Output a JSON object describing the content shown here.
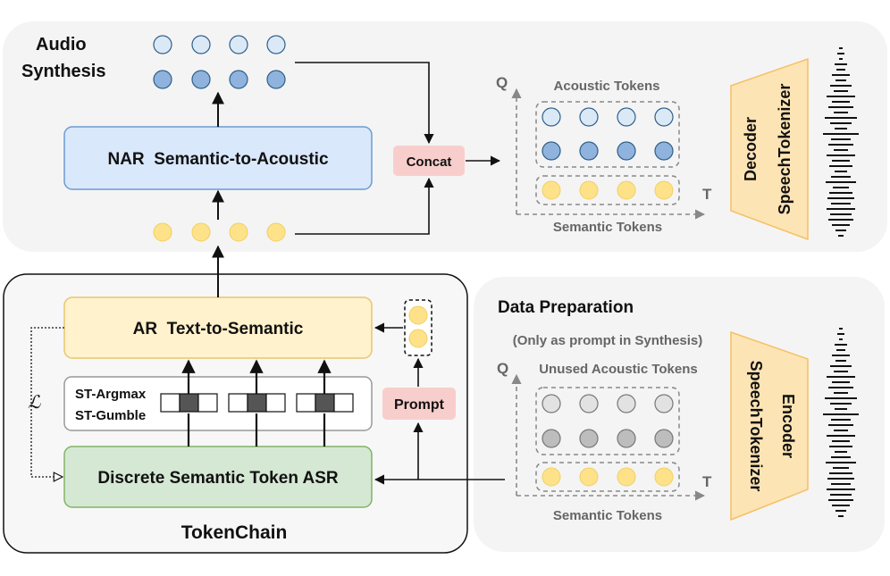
{
  "audio_synthesis": {
    "title_line1": "Audio",
    "title_line2": "Synthesis",
    "nar_box": "NAR  Semantic-to-Acoustic",
    "concat": "Concat",
    "q_label": "Q",
    "t_label": "T",
    "acoustic_tokens": "Acoustic Tokens",
    "semantic_tokens": "Semantic Tokens",
    "decoder_line1": "Decoder",
    "decoder_line2": "SpeechTokenizer"
  },
  "tokenchain": {
    "title": "TokenChain",
    "ar_box": "AR  Text-to-Semantic",
    "st_argmax": "ST-Argmax",
    "st_gumble": "ST-Gumble",
    "asr_box": "Discrete Semantic Token ASR",
    "prompt": "Prompt",
    "loss_symbol": "ℒ"
  },
  "data_preparation": {
    "title": "Data Preparation",
    "note": "(Only as prompt in Synthesis)",
    "q_label": "Q",
    "t_label": "T",
    "unused_acoustic": "Unused Acoustic Tokens",
    "semantic_tokens": "Semantic Tokens",
    "encoder_line1": "Encoder",
    "encoder_line2": "SpeechTokenizer"
  },
  "colors": {
    "light_blue_token": "#dbe9f7",
    "dark_blue_token": "#8fb3dc",
    "yellow_token": "#fde28a",
    "grey_light_token": "#e2e2e2",
    "grey_dark_token": "#bdbdbd",
    "nar_fill": "#d9e8fb",
    "ar_fill": "#fff2cc",
    "asr_fill": "#d5e8d4",
    "pink_fill": "#f8cecc",
    "trapezoid_fill": "#fde4b4",
    "panel_fill": "#f4f4f4"
  }
}
